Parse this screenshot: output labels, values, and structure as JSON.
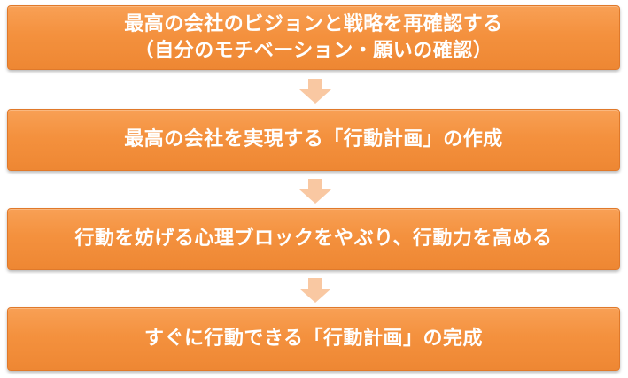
{
  "steps": [
    {
      "lines": [
        "最高の会社のビジョンと戦略を再確認する",
        "（自分のモチベーション・願いの確認）"
      ]
    },
    {
      "lines": [
        "最高の会社を実現する「行動計画」の作成"
      ]
    },
    {
      "lines": [
        "行動を妨げる心理ブロックをやぶり、行動力を高める"
      ]
    },
    {
      "lines": [
        "すぐに行動できる「行動計画」の完成"
      ]
    }
  ],
  "colors": {
    "box_fill": "#f4913e",
    "box_border": "#e0792a",
    "arrow_fill": "#f9c8a2",
    "text": "#ffffff"
  }
}
